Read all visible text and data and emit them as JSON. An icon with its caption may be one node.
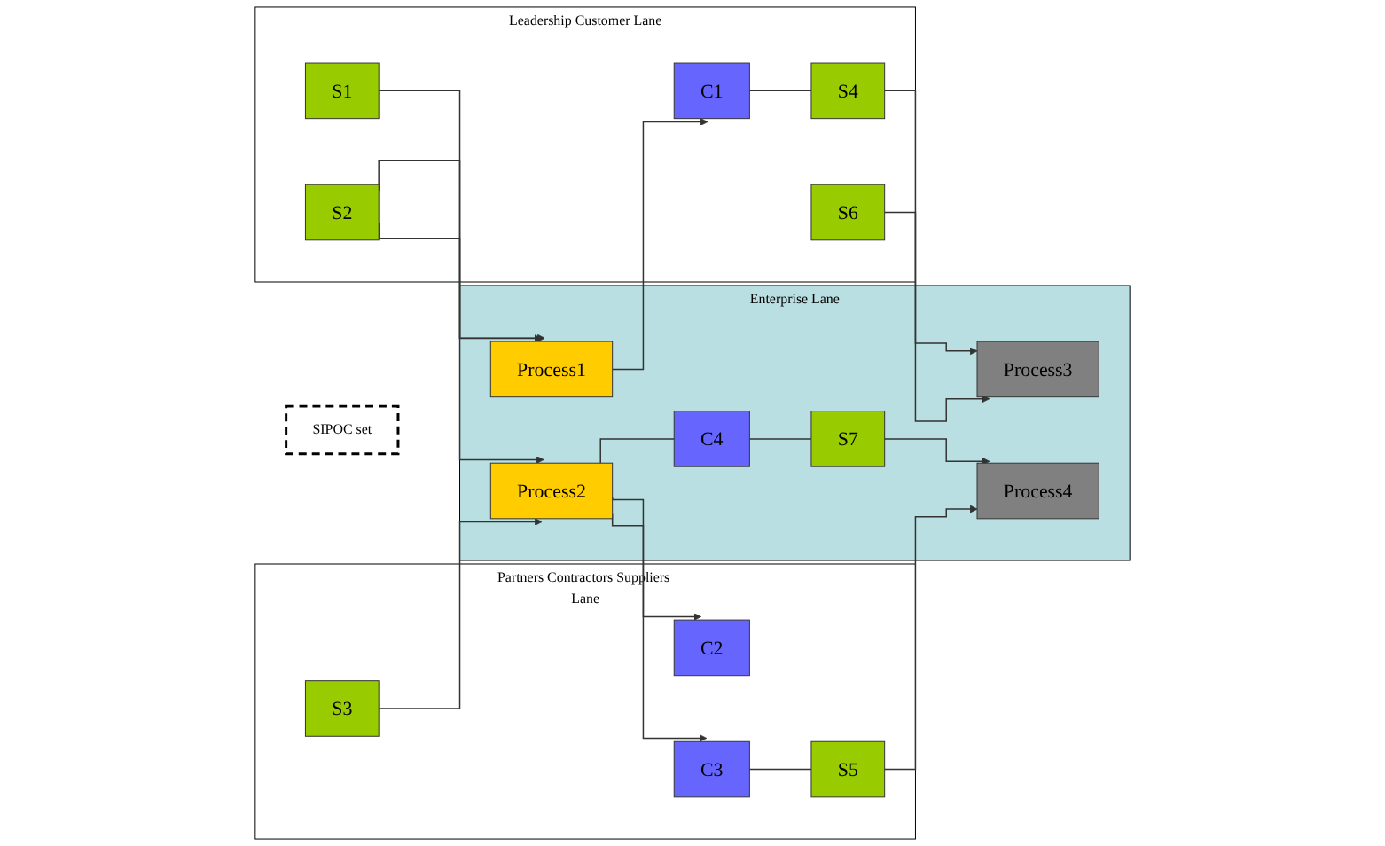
{
  "diagram": {
    "nodes": [
      {
        "text": [
          "Leadership Customer Lane"
        ]
      },
      {
        "text": [
          "S1"
        ],
        "in": 0
      },
      {
        "text": [
          "S2"
        ],
        "in": 0
      },
      {
        "text": [
          "C1"
        ],
        "in": 0
      },
      {
        "text": [
          "S4"
        ],
        "in": 0
      },
      {
        "text": [
          "S6"
        ],
        "in": 0
      },
      {
        "text": [
          "Enterprise Lane"
        ]
      },
      {
        "text": [
          "Process1"
        ],
        "in": 6
      },
      {
        "text": [
          "Process2"
        ],
        "in": 6
      },
      {
        "text": [
          "C4"
        ],
        "in": 6
      },
      {
        "text": [
          "S7"
        ],
        "in": 6
      },
      {
        "text": [
          "Process3"
        ],
        "in": 6
      },
      {
        "text": [
          "Process4"
        ],
        "in": 6
      },
      {
        "text": [
          "Partners Contractors Suppliers Lane"
        ]
      },
      {
        "text": [
          "S3"
        ],
        "in": 13
      },
      {
        "text": [
          "C2"
        ],
        "in": 13
      },
      {
        "text": [
          "C3"
        ],
        "in": 13
      },
      {
        "text": [
          "S5"
        ],
        "in": 13
      },
      {
        "text": [
          "SIPOC set"
        ]
      }
    ],
    "edges": [
      {
        "from": 1,
        "to": 7,
        "arrow": "to"
      },
      {
        "from": 2,
        "to": 7,
        "arrow": "to"
      },
      {
        "from": 2,
        "to": 8,
        "arrow": "to"
      },
      {
        "from": 14,
        "to": 8,
        "arrow": "to"
      },
      {
        "from": 7,
        "to": 3,
        "arrow": "to"
      },
      {
        "from": 3,
        "to": 4,
        "arrow": "none"
      },
      {
        "from": 4,
        "to": 11,
        "arrow": "to"
      },
      {
        "from": 5,
        "to": 11,
        "arrow": "to"
      },
      {
        "from": 8,
        "to": 9,
        "arrow": "none"
      },
      {
        "from": 9,
        "to": 10,
        "arrow": "none"
      },
      {
        "from": 10,
        "to": 12,
        "arrow": "to"
      },
      {
        "from": 8,
        "to": 15,
        "arrow": "to"
      },
      {
        "from": 8,
        "to": 16,
        "arrow": "to"
      },
      {
        "from": 16,
        "to": 17,
        "arrow": "none"
      },
      {
        "from": 17,
        "to": 12,
        "arrow": "to"
      }
    ]
  }
}
